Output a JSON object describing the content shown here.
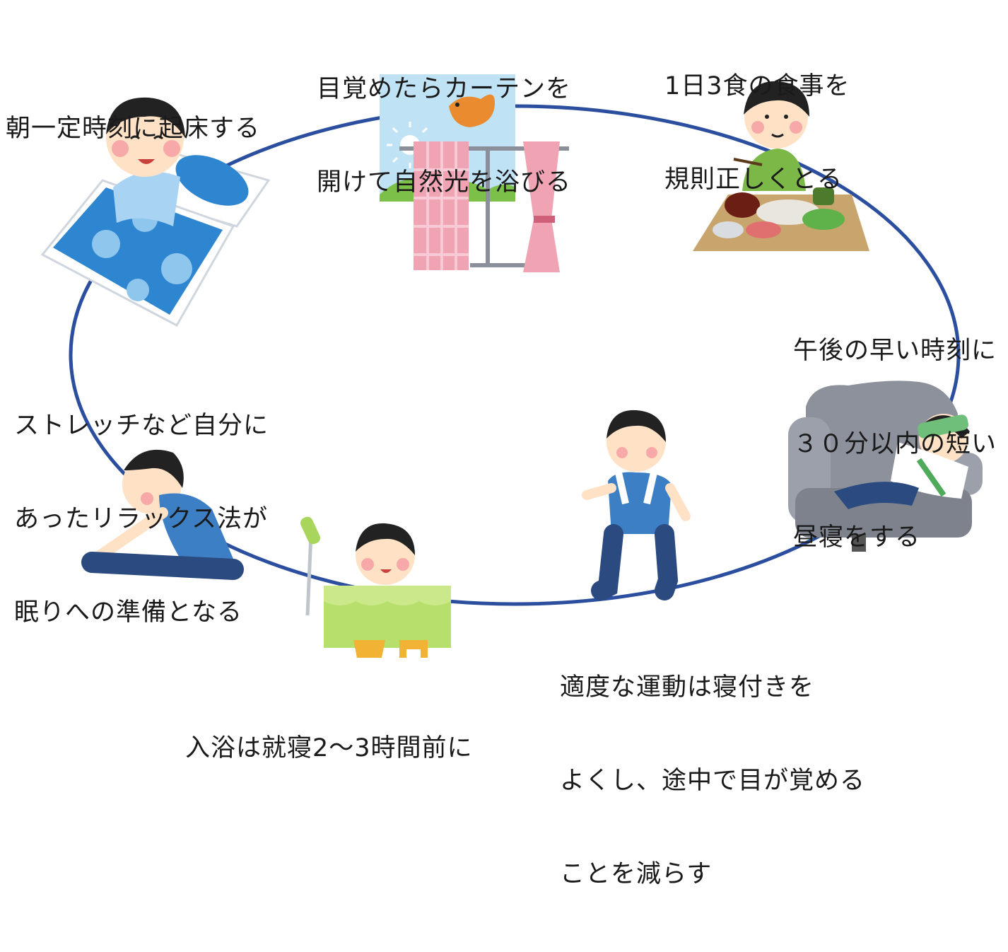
{
  "steps": [
    {
      "id": "wake",
      "lines": [
        "朝一定時刻に起床する"
      ],
      "icon": "futon-waking-icon"
    },
    {
      "id": "sunlight",
      "lines": [
        "目覚めたらカーテンを",
        "開けて自然光を浴びる"
      ],
      "icon": "window-curtain-icon"
    },
    {
      "id": "meals",
      "lines": [
        "1日3食の食事を",
        "規則正しくとる"
      ],
      "icon": "meal-icon"
    },
    {
      "id": "nap",
      "lines": [
        "午後の早い時刻に",
        "３０分以内の短い",
        "昼寝をする"
      ],
      "icon": "sofa-nap-icon"
    },
    {
      "id": "exercise",
      "lines": [
        "適度な運動は寝付きを",
        "よくし、途中で目が覚める",
        "ことを減らす"
      ],
      "icon": "running-icon"
    },
    {
      "id": "bath",
      "lines": [
        "入浴は就寝2～3時間前に"
      ],
      "icon": "bathtub-icon"
    },
    {
      "id": "stretch",
      "lines": [
        "ストレッチなど自分に",
        "あったリラックス法が",
        "眠りへの準備となる"
      ],
      "icon": "stretching-icon"
    }
  ],
  "colors": {
    "cycle": "#2b4f9e",
    "shirt": "#3d7fc4",
    "futon": "#2f86d0",
    "curtain": "#f0a3b3",
    "sky": "#bfe3f5",
    "grass": "#7cc04a",
    "bird": "#e98b2e",
    "tray": "#c9a56e",
    "sofa": "#8c919c",
    "bath": "#b7df6c",
    "skin": "#ffe2c6",
    "hair": "#222222"
  }
}
